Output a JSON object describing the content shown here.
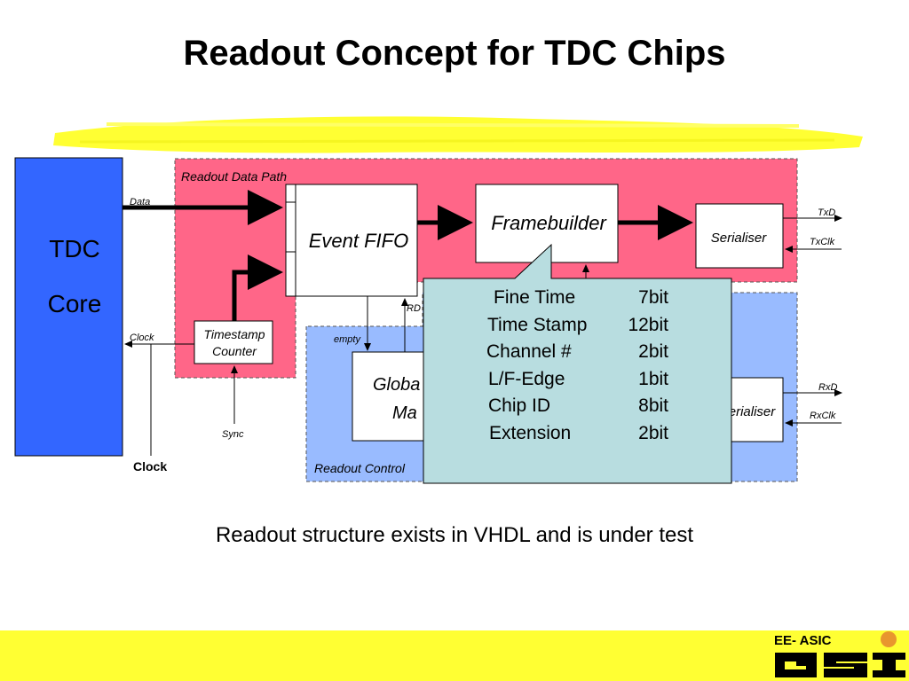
{
  "slide": {
    "title": "Readout Concept for TDC Chips",
    "caption": "Readout structure exists in VHDL and is under test"
  },
  "diagram": {
    "tdc_core": [
      "TDC",
      "Core"
    ],
    "readout_data_path_label": "Readout Data Path",
    "readout_control_label": "Readout Control",
    "event_fifo": "Event FIFO",
    "framebuilder": "Framebuilder",
    "serialiser_tx": "Serialiser",
    "serialiser_rx": "erialiser",
    "timestamp_counter": [
      "Timestamp",
      "Counter"
    ],
    "global_manager": [
      "Globa",
      "Ma"
    ],
    "signals": {
      "data": "Data",
      "clock_internal": "Clock",
      "clock_external": "Clock",
      "sync": "Sync",
      "rd": "RD",
      "empty": "empty",
      "txd": "TxD",
      "txclk": "TxClk",
      "rxd": "RxD",
      "rxclk": "RxClk"
    }
  },
  "frame_format": [
    {
      "field": "Fine Time",
      "bits": "7bit"
    },
    {
      "field": "Time Stamp",
      "bits": "12bit"
    },
    {
      "field": "Channel #",
      "bits": "2bit"
    },
    {
      "field": "L/F-Edge",
      "bits": "1bit"
    },
    {
      "field": "Chip ID",
      "bits": "8bit"
    },
    {
      "field": "Extension",
      "bits": "2bit"
    }
  ],
  "footer": {
    "label": "EE- ASIC",
    "logo_text": "GSI"
  },
  "colors": {
    "tdc_core": "#3366ff",
    "data_path_region": "#ff6688",
    "control_region": "#99bbff",
    "popup": "#b8dde0",
    "highlight": "#ffff33"
  }
}
